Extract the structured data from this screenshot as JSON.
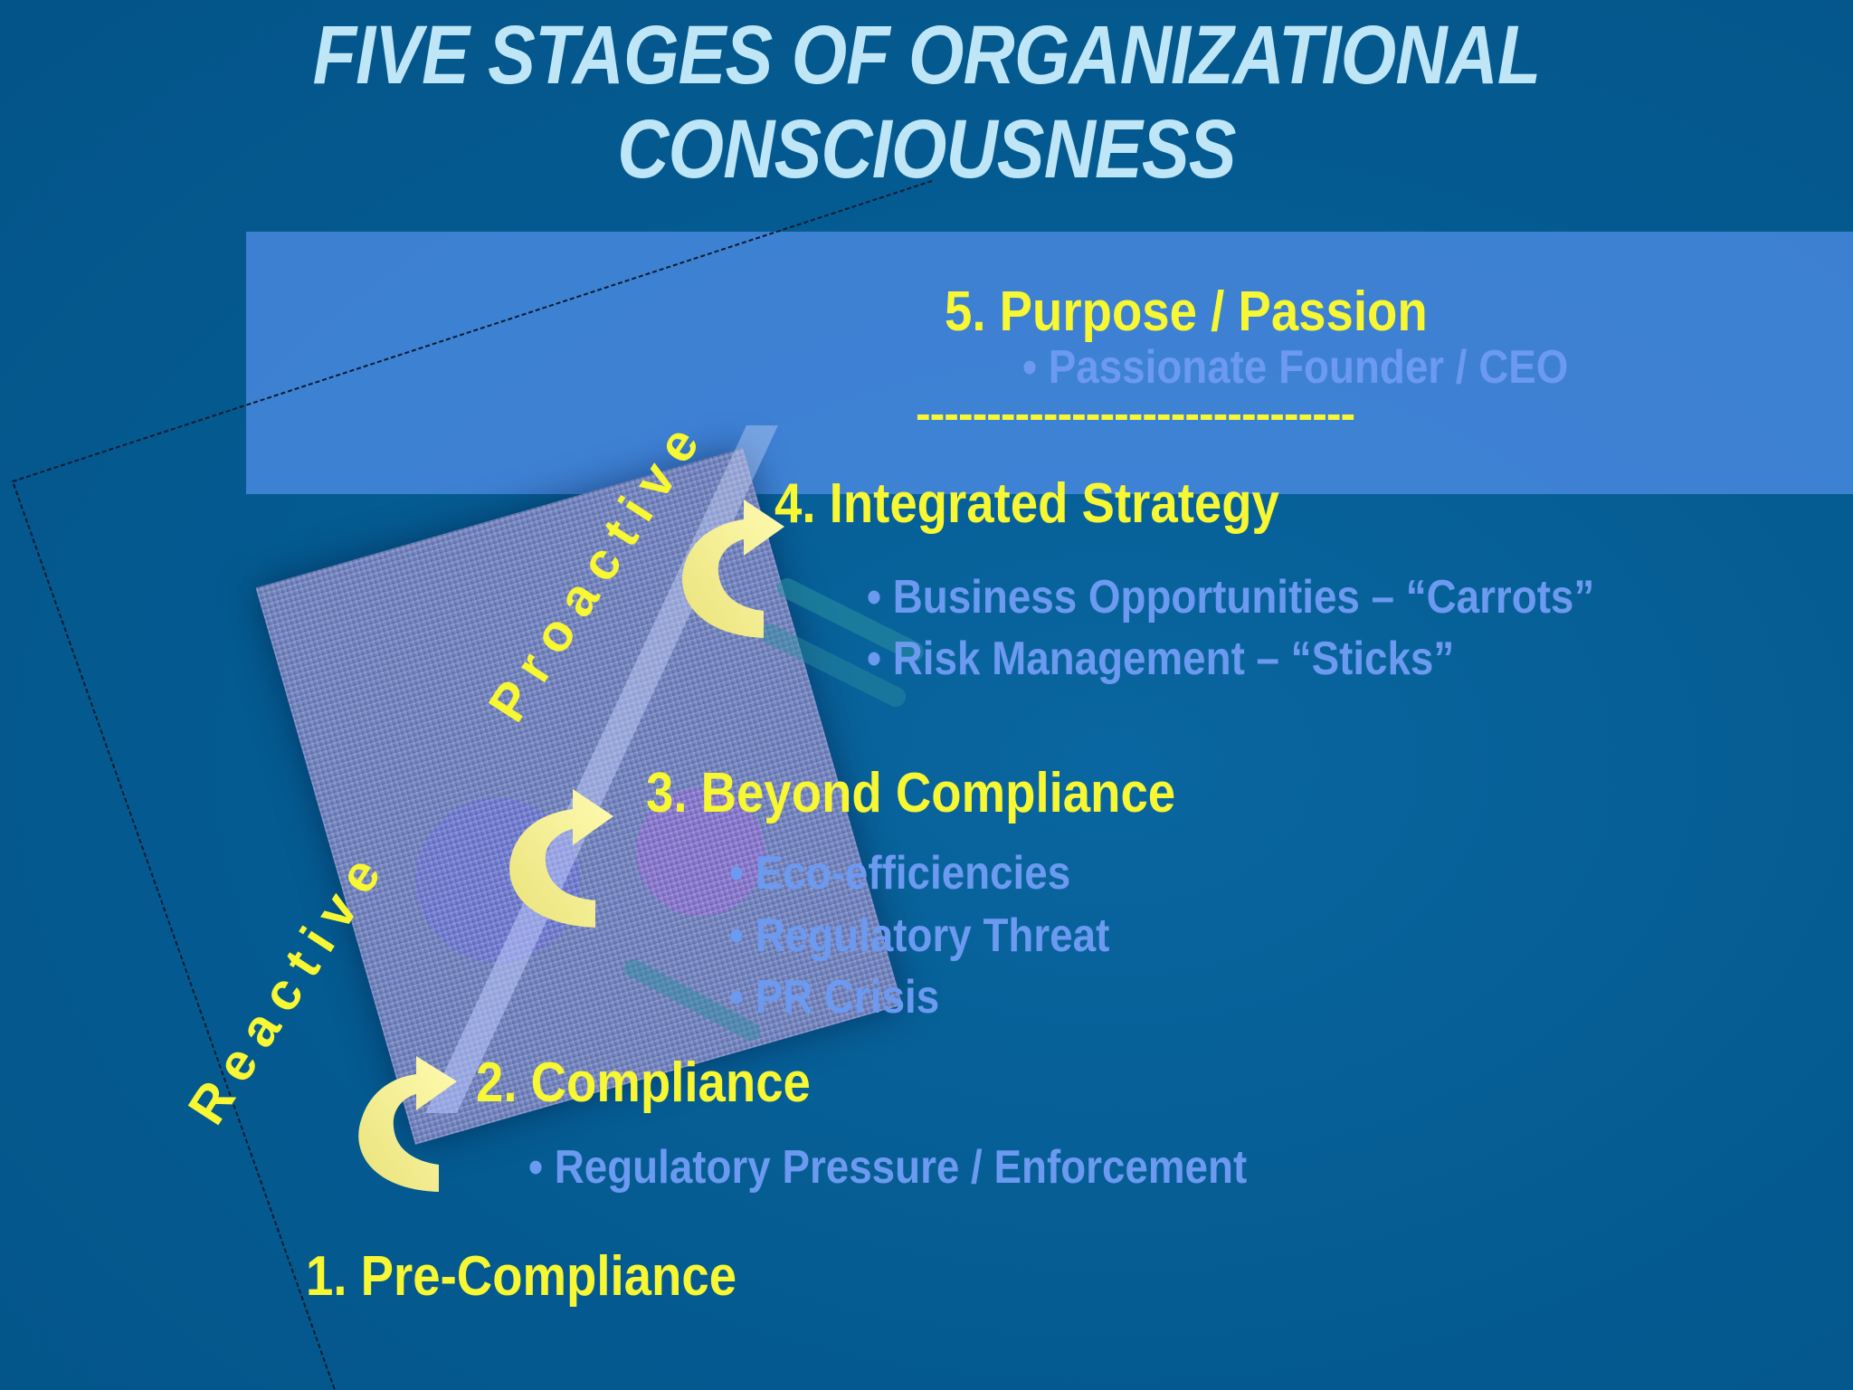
{
  "title": {
    "line1": "FIVE STAGES OF ORGANIZATIONAL",
    "line2": "CONSCIOUSNESS"
  },
  "stages": [
    {
      "label": "1. Pre-Compliance",
      "bullets": []
    },
    {
      "label": "2. Compliance",
      "bullets": [
        "• Regulatory Pressure / Enforcement"
      ]
    },
    {
      "label": "3. Beyond Compliance",
      "bullets": [
        "• Eco-efficiencies",
        "• Regulatory Threat",
        "• PR Crisis"
      ]
    },
    {
      "label": "4. Integrated Strategy",
      "bullets": [
        "• Business Opportunities – “Carrots”",
        "• Risk Management – “Sticks”"
      ]
    },
    {
      "label": "5. Purpose / Passion",
      "bullets": [
        "• Passionate Founder / CEO"
      ]
    }
  ],
  "separator": "-------------------------------",
  "axis_labels": {
    "reactive": "Reactive",
    "proactive": "Proactive"
  },
  "colors": {
    "background": "#04598f",
    "title": "#bfe6f7",
    "stage_text": "#f7f733",
    "bullet_text": "#6b9af0",
    "band": "#4e8ce6",
    "arrow": "#f4f08a"
  },
  "icons": [
    "curved-arrow-icon",
    "curved-arrow-icon",
    "curved-arrow-icon"
  ]
}
